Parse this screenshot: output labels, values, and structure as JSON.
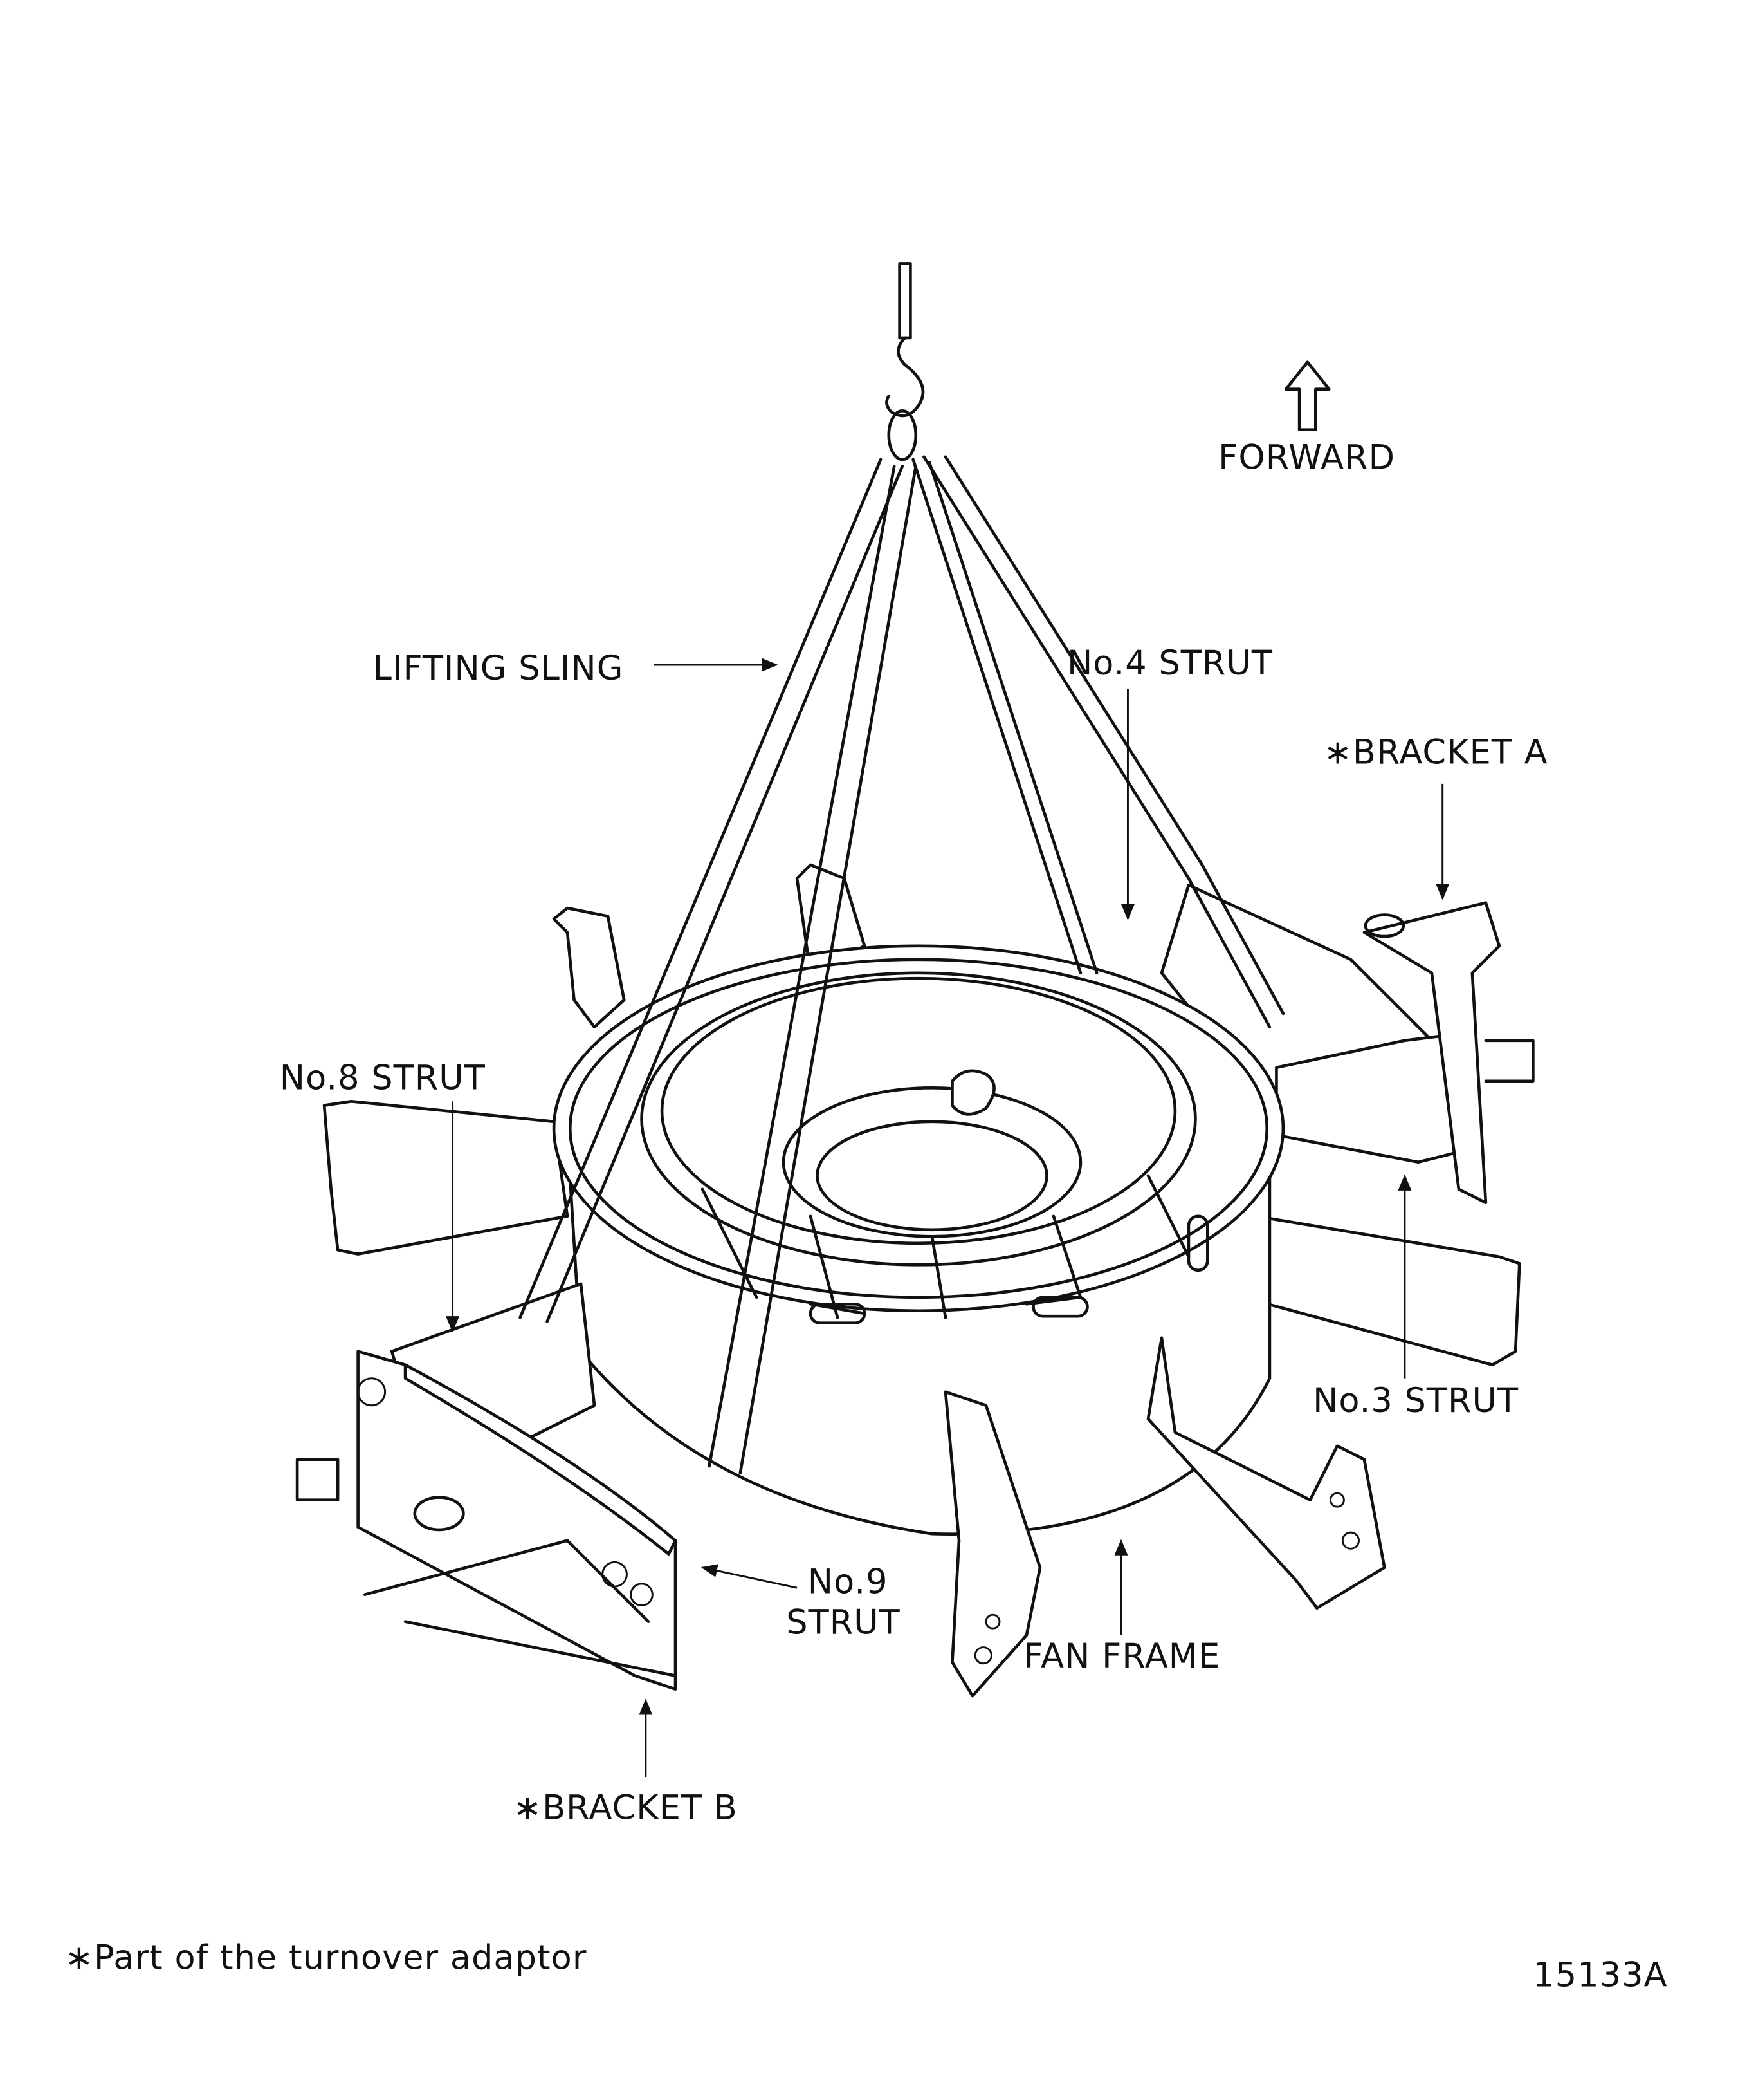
{
  "labels": {
    "forward": "FORWARD",
    "lifting_sling": "LIFTING SLING",
    "no4_strut": "No.4 STRUT",
    "bracket_a": "∗BRACKET A",
    "no8_strut": "No.8 STRUT",
    "no3_strut": "No.3 STRUT",
    "no9_strut_line1": "No.9",
    "no9_strut_line2": "STRUT",
    "fan_frame": "FAN FRAME",
    "bracket_b": "∗BRACKET B"
  },
  "footnote": "∗Part of the turnover adaptor",
  "figure_id": "15133A"
}
